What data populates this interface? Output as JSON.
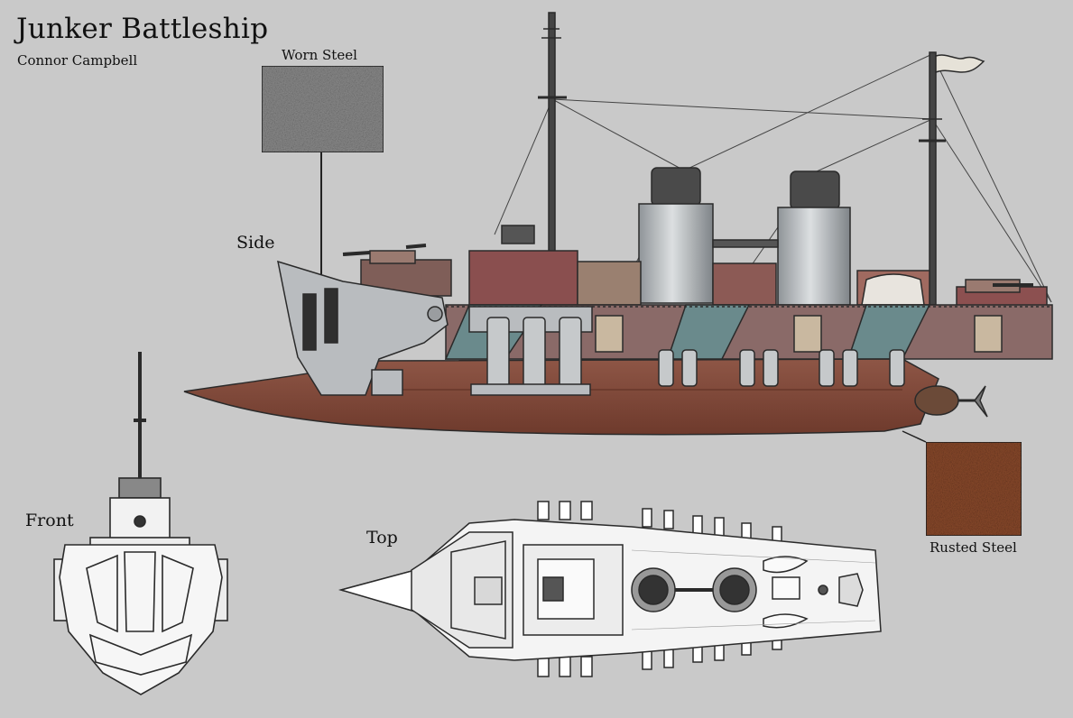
{
  "header": {
    "title": "Junker Battleship",
    "author": "Connor Campbell"
  },
  "views": {
    "side_label": "Side",
    "front_label": "Front",
    "top_label": "Top"
  },
  "swatches": {
    "worn_steel_label": "Worn Steel",
    "rusted_steel_label": "Rusted Steel",
    "worn_steel_color": "#8c8c8c",
    "rusted_steel_color": "#8a4a2c"
  },
  "colors": {
    "background": "#c9c9c9",
    "hull_rust": "#8a4f3f",
    "steel": "#b9bcbf",
    "outline": "#2a2a2a"
  }
}
